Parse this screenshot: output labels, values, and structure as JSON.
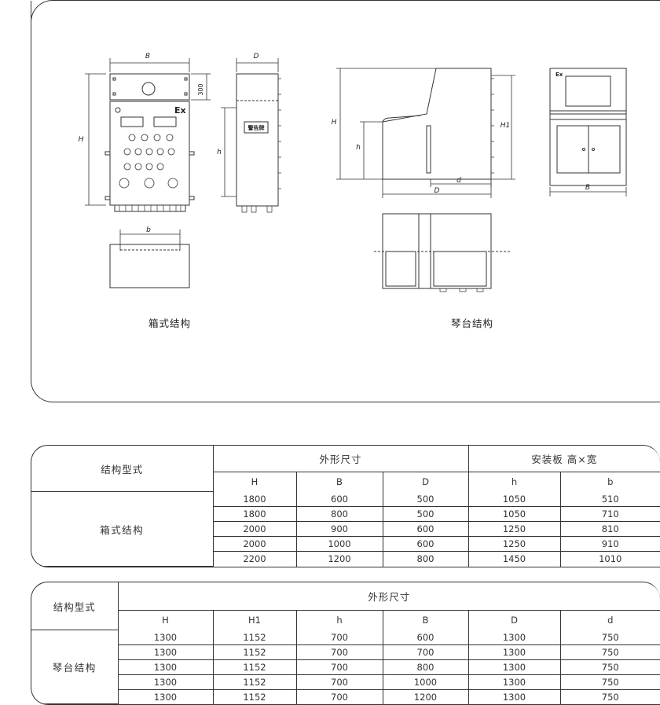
{
  "drawing": {
    "box_caption": "箱式结构",
    "console_caption": "琴台结构",
    "labels": {
      "B": "B",
      "D": "D",
      "H": "H",
      "h": "h",
      "b": "b",
      "d": "d",
      "H1": "H1",
      "dim300": "300",
      "ex": "Ex",
      "sign": "警告牌"
    }
  },
  "table1": {
    "type_header": "结构型式",
    "size_header": "外形尺寸",
    "plate_header": "安装板 高×宽",
    "columns": [
      "H",
      "B",
      "D",
      "h",
      "b"
    ],
    "row_label": "箱式结构",
    "rows": [
      [
        "1800",
        "600",
        "500",
        "1050",
        "510"
      ],
      [
        "1800",
        "800",
        "500",
        "1050",
        "710"
      ],
      [
        "2000",
        "900",
        "600",
        "1250",
        "810"
      ],
      [
        "2000",
        "1000",
        "600",
        "1250",
        "910"
      ],
      [
        "2200",
        "1200",
        "800",
        "1450",
        "1010"
      ]
    ]
  },
  "table2": {
    "type_header": "结构型式",
    "size_header": "外形尺寸",
    "columns": [
      "H",
      "H1",
      "h",
      "B",
      "D",
      "d"
    ],
    "row_label": "琴台结构",
    "rows": [
      [
        "1300",
        "1152",
        "700",
        "600",
        "1300",
        "750"
      ],
      [
        "1300",
        "1152",
        "700",
        "700",
        "1300",
        "750"
      ],
      [
        "1300",
        "1152",
        "700",
        "800",
        "1300",
        "750"
      ],
      [
        "1300",
        "1152",
        "700",
        "1000",
        "1300",
        "750"
      ],
      [
        "1300",
        "1152",
        "700",
        "1200",
        "1300",
        "750"
      ]
    ]
  }
}
